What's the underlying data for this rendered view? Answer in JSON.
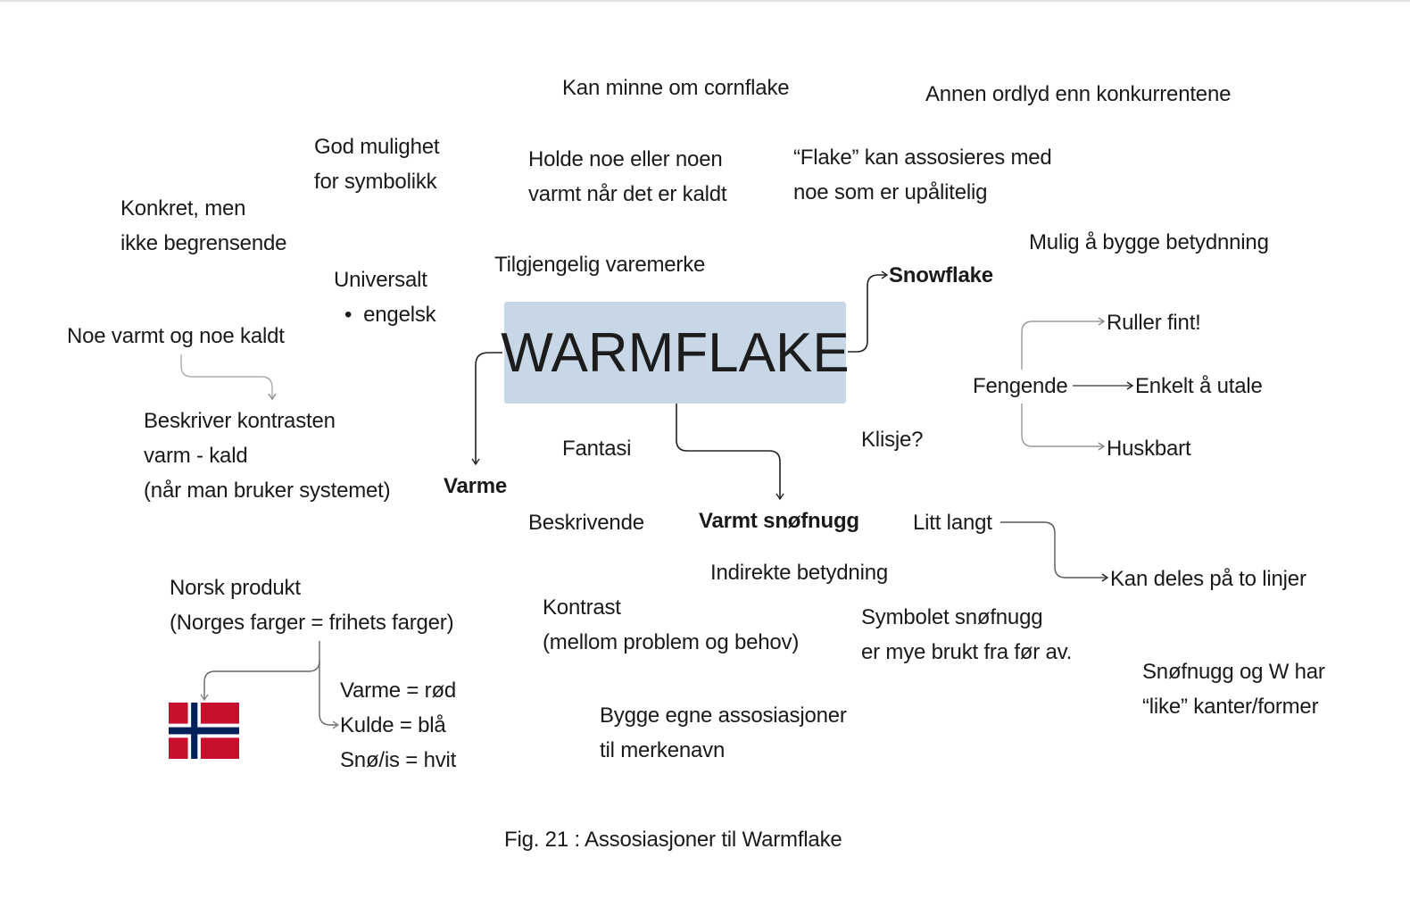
{
  "center": {
    "label": "WARMFLAKE",
    "color": "#c8d7e6"
  },
  "notes": {
    "cornflake": [
      "Kan minne om cornflake"
    ],
    "ordlyd": [
      "Annen ordlyd enn konkurrentene"
    ],
    "symbolikk": [
      "God mulighet",
      "for symbolikk"
    ],
    "holde": [
      "Holde noe eller noen",
      "varmt når det er kaldt"
    ],
    "flake": [
      "“Flake” kan assosieres med",
      "noe som er upålitelig"
    ],
    "konkret": [
      "Konkret, men",
      "ikke begrensende"
    ],
    "mulig": [
      "Mulig å bygge betydnning"
    ],
    "tilgjengelig": [
      "Tilgjengelig varemerke"
    ],
    "universalt": [
      "Universalt",
      "engelsk"
    ],
    "snowflake": [
      "Snowflake"
    ],
    "noe_varmt": [
      "Noe varmt og noe kaldt"
    ],
    "ruller": [
      "Ruller fint!"
    ],
    "fengende": [
      "Fengende"
    ],
    "enkelt": [
      "Enkelt å utale"
    ],
    "huskbart": [
      "Huskbart"
    ],
    "beskriver": [
      "Beskriver kontrasten",
      "varm - kald",
      "(når man bruker systemet)"
    ],
    "fantasi": [
      "Fantasi"
    ],
    "klisje": [
      "Klisje?"
    ],
    "varme": [
      "Varme"
    ],
    "beskrivende": [
      "Beskrivende"
    ],
    "varmt_snofnugg": [
      "Varmt snøfnugg"
    ],
    "litt_langt": [
      "Litt langt"
    ],
    "kan_deles": [
      "Kan deles på to linjer"
    ],
    "indirekte": [
      "Indirekte betydning"
    ],
    "norsk": [
      "Norsk produkt",
      "(Norges farger = frihets farger)"
    ],
    "kontrast": [
      "Kontrast",
      "(mellom problem og behov)"
    ],
    "symbolet": [
      "Symbolet snøfnugg",
      "er mye brukt fra før av."
    ],
    "snofnugg_w": [
      "Snøfnugg og W har",
      "“like” kanter/former"
    ],
    "farger": [
      "Varme = rød",
      "Kulde = blå",
      "Snø/is = hvit"
    ],
    "bygge": [
      "Bygge egne assosiasjoner",
      "til merkenavn"
    ]
  },
  "caption": "Fig. 21 : Assosiasjoner til Warmflake",
  "colors": {
    "flag_red": "#c8102e",
    "flag_blue": "#00205b",
    "connector_dark": "#222222",
    "connector_gray": "#9a9a9a"
  }
}
